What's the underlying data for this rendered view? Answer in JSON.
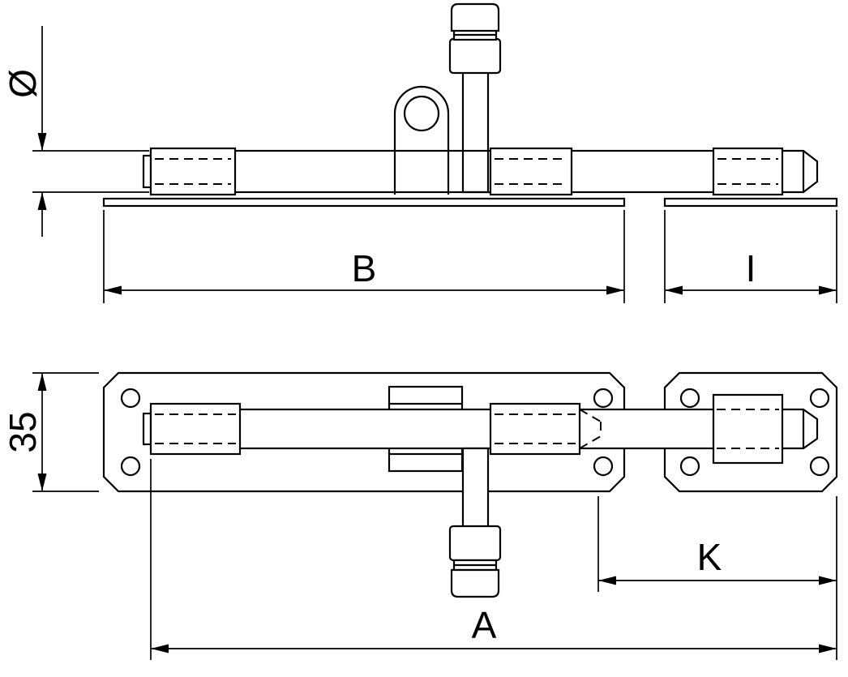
{
  "drawing": {
    "background": "#ffffff",
    "line_color": "#000000",
    "labels": {
      "diameter": "Ø",
      "plate_length": "B",
      "keeper_plate_length": "I",
      "plate_width": "35",
      "throw_length": "K",
      "overall_length": "A"
    }
  }
}
